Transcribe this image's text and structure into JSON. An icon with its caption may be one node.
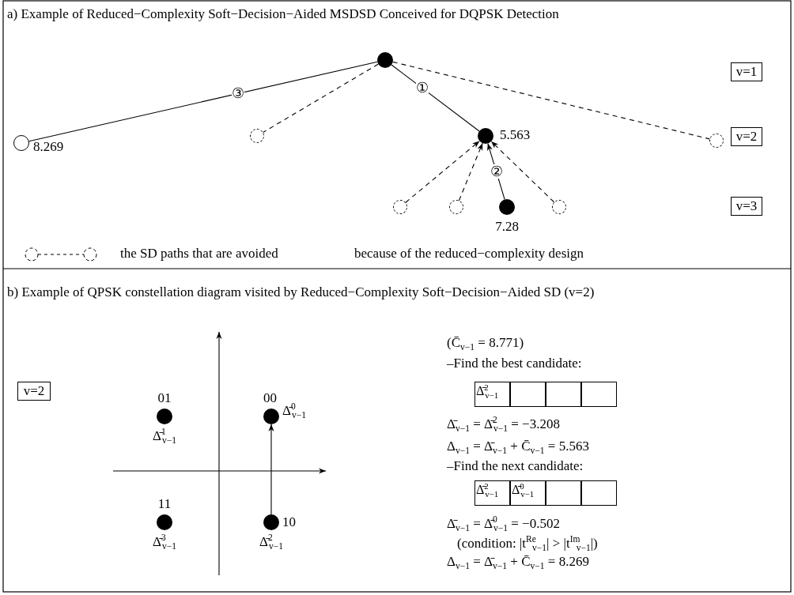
{
  "diagram": {
    "nodes": [
      {
        "text": [],
        "shape": "circle"
      },
      {
        "text": [],
        "shape": "circle",
        "beside": [
          "8.269"
        ]
      },
      {
        "text": [],
        "shape": "circle"
      },
      {
        "text": [],
        "shape": "circle",
        "beside": [
          "5.563"
        ]
      },
      {
        "text": [],
        "shape": "circle"
      },
      {
        "text": [],
        "shape": "circle"
      },
      {
        "text": [],
        "shape": "circle"
      },
      {
        "text": [],
        "shape": "circle",
        "beside": [
          "7.28"
        ]
      },
      {
        "text": [],
        "shape": "circle"
      },
      {
        "text": [
          "v=1"
        ]
      },
      {
        "text": [
          "v=2"
        ]
      },
      {
        "text": [
          "v=3"
        ]
      },
      {
        "text": [
          "v=2"
        ]
      },
      {
        "text": [],
        "shape": "circle",
        "beside": [
          "01",
          "Δ̄$^{1}$$_{v−1}$"
        ]
      },
      {
        "text": [],
        "shape": "circle",
        "beside": [
          "00",
          "Δ̄$^{0}$$_{v−1}$"
        ]
      },
      {
        "text": [],
        "shape": "circle",
        "beside": [
          "11",
          "Δ̄$^{3}$$_{v−1}$"
        ]
      },
      {
        "text": [],
        "shape": "circle",
        "beside": [
          "10",
          "Δ̄$^{2}$$_{v−1}$"
        ]
      }
    ],
    "edges": [
      {
        "from": 0,
        "to": 1,
        "arrow": "none",
        "label": "③"
      },
      {
        "from": 0,
        "to": 2,
        "arrow": "none",
        "style": "dashed"
      },
      {
        "from": 0,
        "to": 3,
        "arrow": "none",
        "label": "①"
      },
      {
        "from": 0,
        "to": 4,
        "arrow": "none",
        "style": "dashed"
      },
      {
        "from": 5,
        "to": 3,
        "arrow": "to",
        "style": "dashed"
      },
      {
        "from": 6,
        "to": 3,
        "arrow": "to",
        "style": "dashed"
      },
      {
        "from": 7,
        "to": 3,
        "arrow": "to",
        "label": "②"
      },
      {
        "from": 8,
        "to": 3,
        "arrow": "to",
        "style": "dashed"
      },
      {
        "from": 16,
        "to": 14,
        "arrow": "to"
      }
    ],
    "labels": [
      "a) Example of Reduced−Complexity Soft−Decision−Aided MSDSD Conceived for DQPSK Detection",
      "because of the reduced−complexity design",
      "b) Example of QPSK constellation diagram visited by Reduced−Complexity Soft−Decision−Aided SD (v=2)",
      "(C̄$_{v−1}$ = 8.771)",
      "–Find the best candidate:",
      "Δ̄$^{2}$$_{v−1}$",
      "Δ̄$_{v−1}$ = Δ̄$^{2}$$_{v−1}$ = −3.208",
      "Δ$_{v−1}$ = Δ̄$_{v−1}$ + C̄$_{v−1}$ = 5.563",
      "–Find the next candidate:",
      "Δ̄$^{2}$$_{v−1}$",
      "Δ̄$^{0}$$_{v−1}$",
      "Δ̄$_{v−1}$ = Δ̄$^{0}$$_{v−1}$ = −0.502",
      "(condition:  |t$^{Re}$$_{v−1}$| > |t$^{Im}$$_{v−1}$|)",
      "Δ$_{v−1}$ = Δ̄$_{v−1}$ + C̄$_{v−1}$ = 8.269"
    ],
    "legend": [
      {
        "text": "the SD paths that are avoided"
      }
    ]
  }
}
